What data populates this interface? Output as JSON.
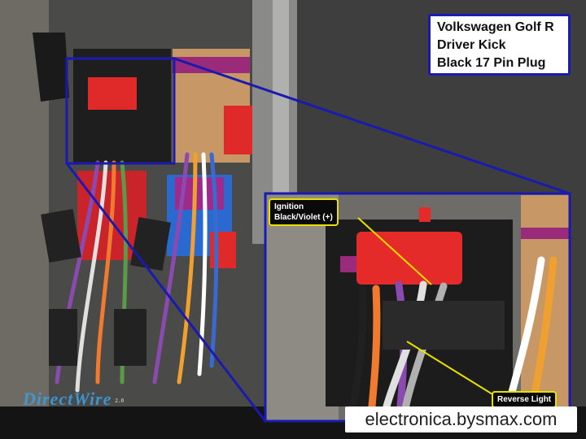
{
  "title": {
    "line1": "Volkswagen Golf R",
    "line2": "Driver Kick",
    "line3": "Black 17 Pin Plug"
  },
  "callouts": {
    "ignition": {
      "line1": "Ignition",
      "line2": "Black/Violet (+)"
    },
    "reverse": {
      "line1": "Reverse Light"
    }
  },
  "watermark": "electronica.bysmax.com",
  "logo": {
    "text": "DirectWire",
    "version": "2.0"
  },
  "colors": {
    "frame_blue": "#1a1ab0",
    "callout_yellow": "#e8e000",
    "connector_red": "#e0202a",
    "connector_tan": "#c89a6a",
    "connector_blue": "#2a6ad0"
  }
}
